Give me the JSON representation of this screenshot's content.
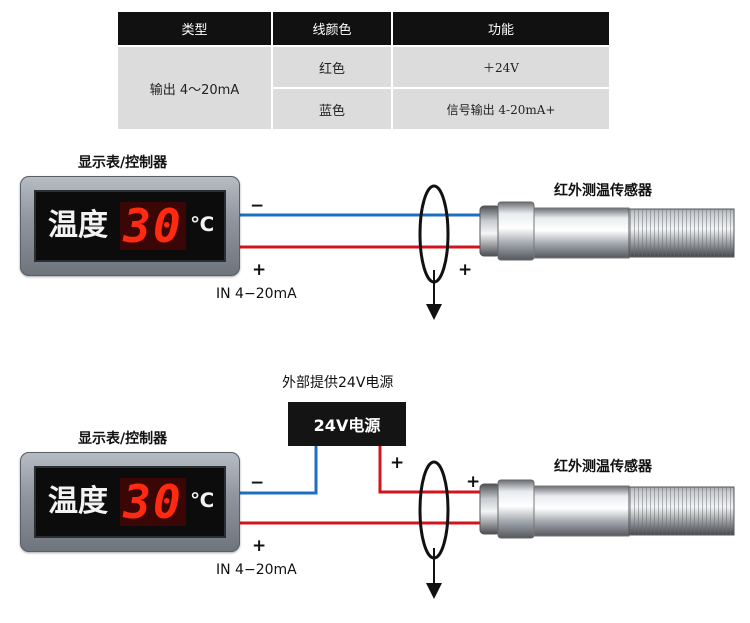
{
  "table": {
    "headers": [
      "类型",
      "线颜色",
      "功能"
    ],
    "type_value": "输出 4～20mA",
    "rows": [
      {
        "color": "红色",
        "function": "＋24V"
      },
      {
        "color": "蓝色",
        "function": "信号输出 4-20mA+"
      }
    ]
  },
  "diagram_top": {
    "display_title": "显示表/控制器",
    "display_word": "温度",
    "display_value": "30",
    "display_unit": "℃",
    "minus": "−",
    "plus": "+",
    "input_label": "IN 4−20mA",
    "sensor_label": "红外测温传感器",
    "sensor_plus": "+"
  },
  "diagram_bottom": {
    "psu_title": "外部提供24V电源",
    "psu_label": "24V电源",
    "psu_plus": "+",
    "display_title": "显示表/控制器",
    "display_word": "温度",
    "display_value": "30",
    "display_unit": "℃",
    "minus": "−",
    "plus": "+",
    "input_label": "IN 4−20mA",
    "sensor_label": "红外测温传感器",
    "sensor_plus": "+"
  },
  "colors": {
    "wire_blue": "#1f6fc0",
    "wire_red": "#d4141c",
    "table_header": "#111111",
    "table_body": "#dcdcdc"
  },
  "icons": [
    "ground-symbol-icon",
    "shield-loop-icon",
    "temperature-sensor-icon",
    "digital-display-icon"
  ]
}
